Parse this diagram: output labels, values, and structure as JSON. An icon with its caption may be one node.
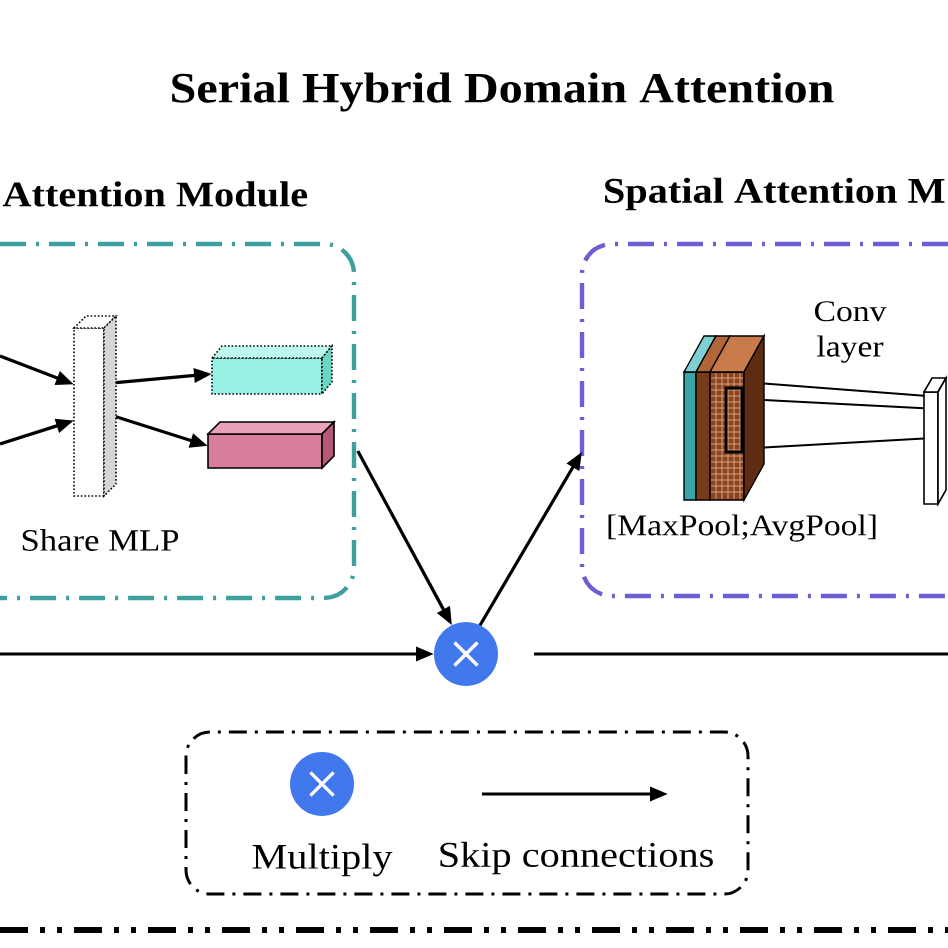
{
  "diagram": {
    "title": "Serial Hybrid Domain Attention",
    "nodes": [
      {
        "text": [
          "Attention Module"
        ]
      },
      {
        "text": [],
        "shape": "box",
        "in": 0,
        "beside": [
          "Share MLP"
        ]
      },
      {
        "text": [],
        "shape": "box",
        "in": 0
      },
      {
        "text": [],
        "shape": "box",
        "in": 0
      },
      {
        "text": [],
        "shape": "circle"
      },
      {
        "text": [
          "Spatial Attention M"
        ]
      },
      {
        "text": [],
        "shape": "picture",
        "in": 5,
        "beside": [
          "[MaxPool;AvgPool]"
        ]
      },
      {
        "text": [],
        "shape": "box",
        "in": 5
      }
    ],
    "edges": [
      {
        "from": null,
        "to": 1,
        "arrow": "to"
      },
      {
        "from": null,
        "to": 1,
        "arrow": "to"
      },
      {
        "from": 1,
        "to": 2,
        "arrow": "to"
      },
      {
        "from": 1,
        "to": 3,
        "arrow": "to"
      },
      {
        "from": 0,
        "to": 4,
        "arrow": "to"
      },
      {
        "from": null,
        "to": 4,
        "arrow": "to"
      },
      {
        "from": 4,
        "to": 5,
        "arrow": "to"
      },
      {
        "from": 4,
        "to": null,
        "arrow": "none"
      },
      {
        "from": 6,
        "to": 7,
        "arrow": "none"
      },
      {
        "from": 6,
        "to": 7,
        "arrow": "none"
      },
      {
        "from": 6,
        "to": 7,
        "arrow": "none"
      }
    ],
    "labels": [
      "Conv layer"
    ],
    "legend": [
      {
        "text": "Multiply"
      },
      {
        "text": "Skip connections"
      }
    ]
  }
}
